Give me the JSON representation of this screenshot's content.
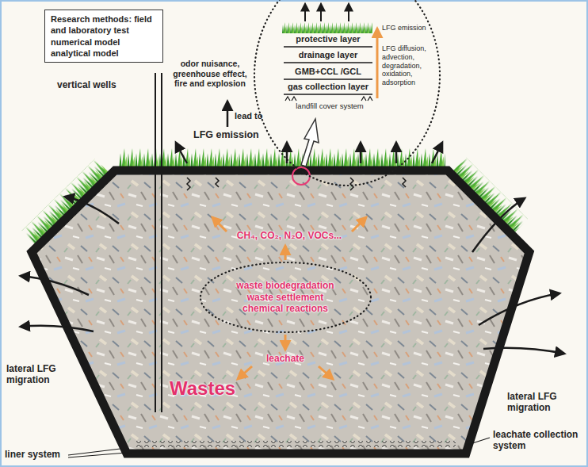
{
  "diagram": {
    "nodes": [
      {
        "text": [
          "Research methods: field and laboratory test numerical model analytical model"
        ]
      },
      {
        "text": [
          "LFG emission",
          "protective layer",
          "drainage layer",
          "GMB+CCL /GCL",
          "gas collection layer",
          "LFG diffusion, advection, degradation, oxidation, adsorption",
          "landfill cover system"
        ]
      },
      {
        "text": [
          "waste biodegradation waste settlement chemical reactions"
        ]
      }
    ],
    "labels": [
      "odor nuisance, greenhouse effect, fire and explosion",
      "lead to",
      "LFG emission",
      "vertical wells",
      "CH₄, CO₂, N₂O, VOCs...",
      "leachate",
      "Wastes",
      "lateral LFG migration",
      "lateral LFG migration",
      "liner system",
      "leachate collection system"
    ]
  }
}
